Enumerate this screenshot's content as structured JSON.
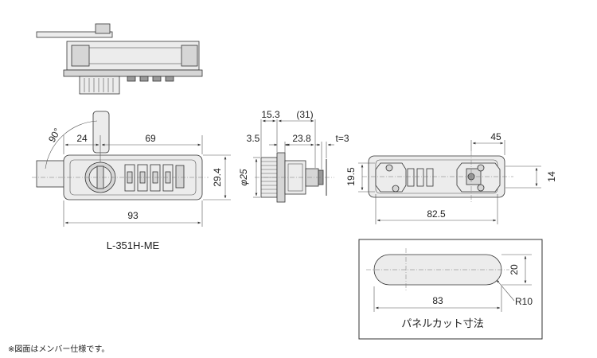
{
  "model_name": "L-351H-ME",
  "panel_cut_label": "パネルカット寸法",
  "footnote": "※図面はメンバー仕様です。",
  "dimensions": {
    "front": {
      "angle": "90°",
      "d24": "24",
      "d69": "69",
      "d93": "93",
      "d29_4": "29.4"
    },
    "side": {
      "d15_3": "15.3",
      "d31": "(31)",
      "d3_5": "3.5",
      "d23_8": "23.8",
      "t3": "t=3",
      "phi25": "φ25"
    },
    "back": {
      "d45": "45",
      "d19_5": "19.5",
      "d14": "14",
      "d82_5": "82.5"
    },
    "cutout": {
      "d20": "20",
      "d83": "83",
      "r10": "R10"
    }
  }
}
